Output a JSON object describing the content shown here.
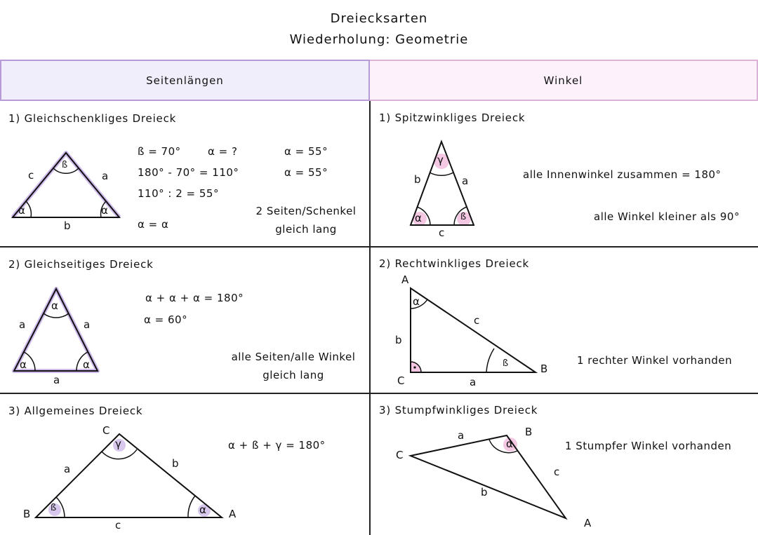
{
  "header": {
    "title": "Dreiecksarten",
    "subtitle": "Wiederholung: Geometrie"
  },
  "columns": {
    "left": "Seitenlängen",
    "right": "Winkel"
  },
  "colors": {
    "left_header_bg": "#f1eefb",
    "left_header_border": "#b89bd6",
    "right_header_bg": "#fdf1fb",
    "right_header_border": "#dcb2d8",
    "purple_highlight": "#d9c8ee",
    "pink_highlight": "#f4c8e3",
    "line": "#222222"
  },
  "sections": {
    "isosceles": {
      "title": "1) Gleichschenkliges Dreieck",
      "labels": {
        "top_angle": "ß",
        "left_angle": "α",
        "right_angle": "α",
        "left_side": "c",
        "right_side": "a",
        "bottom_side": "b"
      },
      "calc": [
        "ß = 70°",
        "α = ?",
        "180° - 70° = 110°",
        "110° : 2 = 55°",
        "α = α"
      ],
      "results": [
        "α = 55°",
        "α = 55°"
      ],
      "note_line1": "2 Seiten/Schenkel",
      "note_line2": "gleich lang"
    },
    "equilateral": {
      "title": "2) Gleichseitiges Dreieck",
      "labels": {
        "angle": "α",
        "side": "a"
      },
      "calc": [
        "α + α + α = 180°",
        "α = 60°"
      ],
      "note_line1": "alle Seiten/alle Winkel",
      "note_line2": "gleich lang"
    },
    "general": {
      "title": "3) Allgemeines Dreieck",
      "labels": {
        "vertex_c": "C",
        "vertex_b": "B",
        "vertex_a": "A",
        "angle_c": "γ",
        "angle_b": "ß",
        "angle_a": "α",
        "side_a": "a",
        "side_b": "b",
        "side_c": "c"
      },
      "formula": "α + ß + γ = 180°"
    },
    "acute": {
      "title": "1) Spitzwinkliges Dreieck",
      "labels": {
        "top_angle": "γ",
        "left_angle": "α",
        "right_angle": "ß",
        "left_side": "b",
        "right_side": "a",
        "bottom_side": "c"
      },
      "note1": "alle Innenwinkel zusammen = 180°",
      "note2": "alle Winkel kleiner als 90°"
    },
    "right": {
      "title": "2) Rechtwinkliges Dreieck",
      "labels": {
        "vertex_a": "A",
        "vertex_b": "B",
        "vertex_c": "C",
        "angle_a": "α",
        "angle_b": "ß",
        "side_a": "a",
        "side_b": "b",
        "side_c": "c"
      },
      "note": "1 rechter Winkel vorhanden"
    },
    "obtuse": {
      "title": "3) Stumpfwinkliges Dreieck",
      "labels": {
        "vertex_a": "A",
        "vertex_b": "B",
        "vertex_c": "C",
        "angle_b": "α",
        "side_a": "a",
        "side_b": "b",
        "side_c": "c"
      },
      "note": "1 Stumpfer Winkel vorhanden"
    }
  }
}
